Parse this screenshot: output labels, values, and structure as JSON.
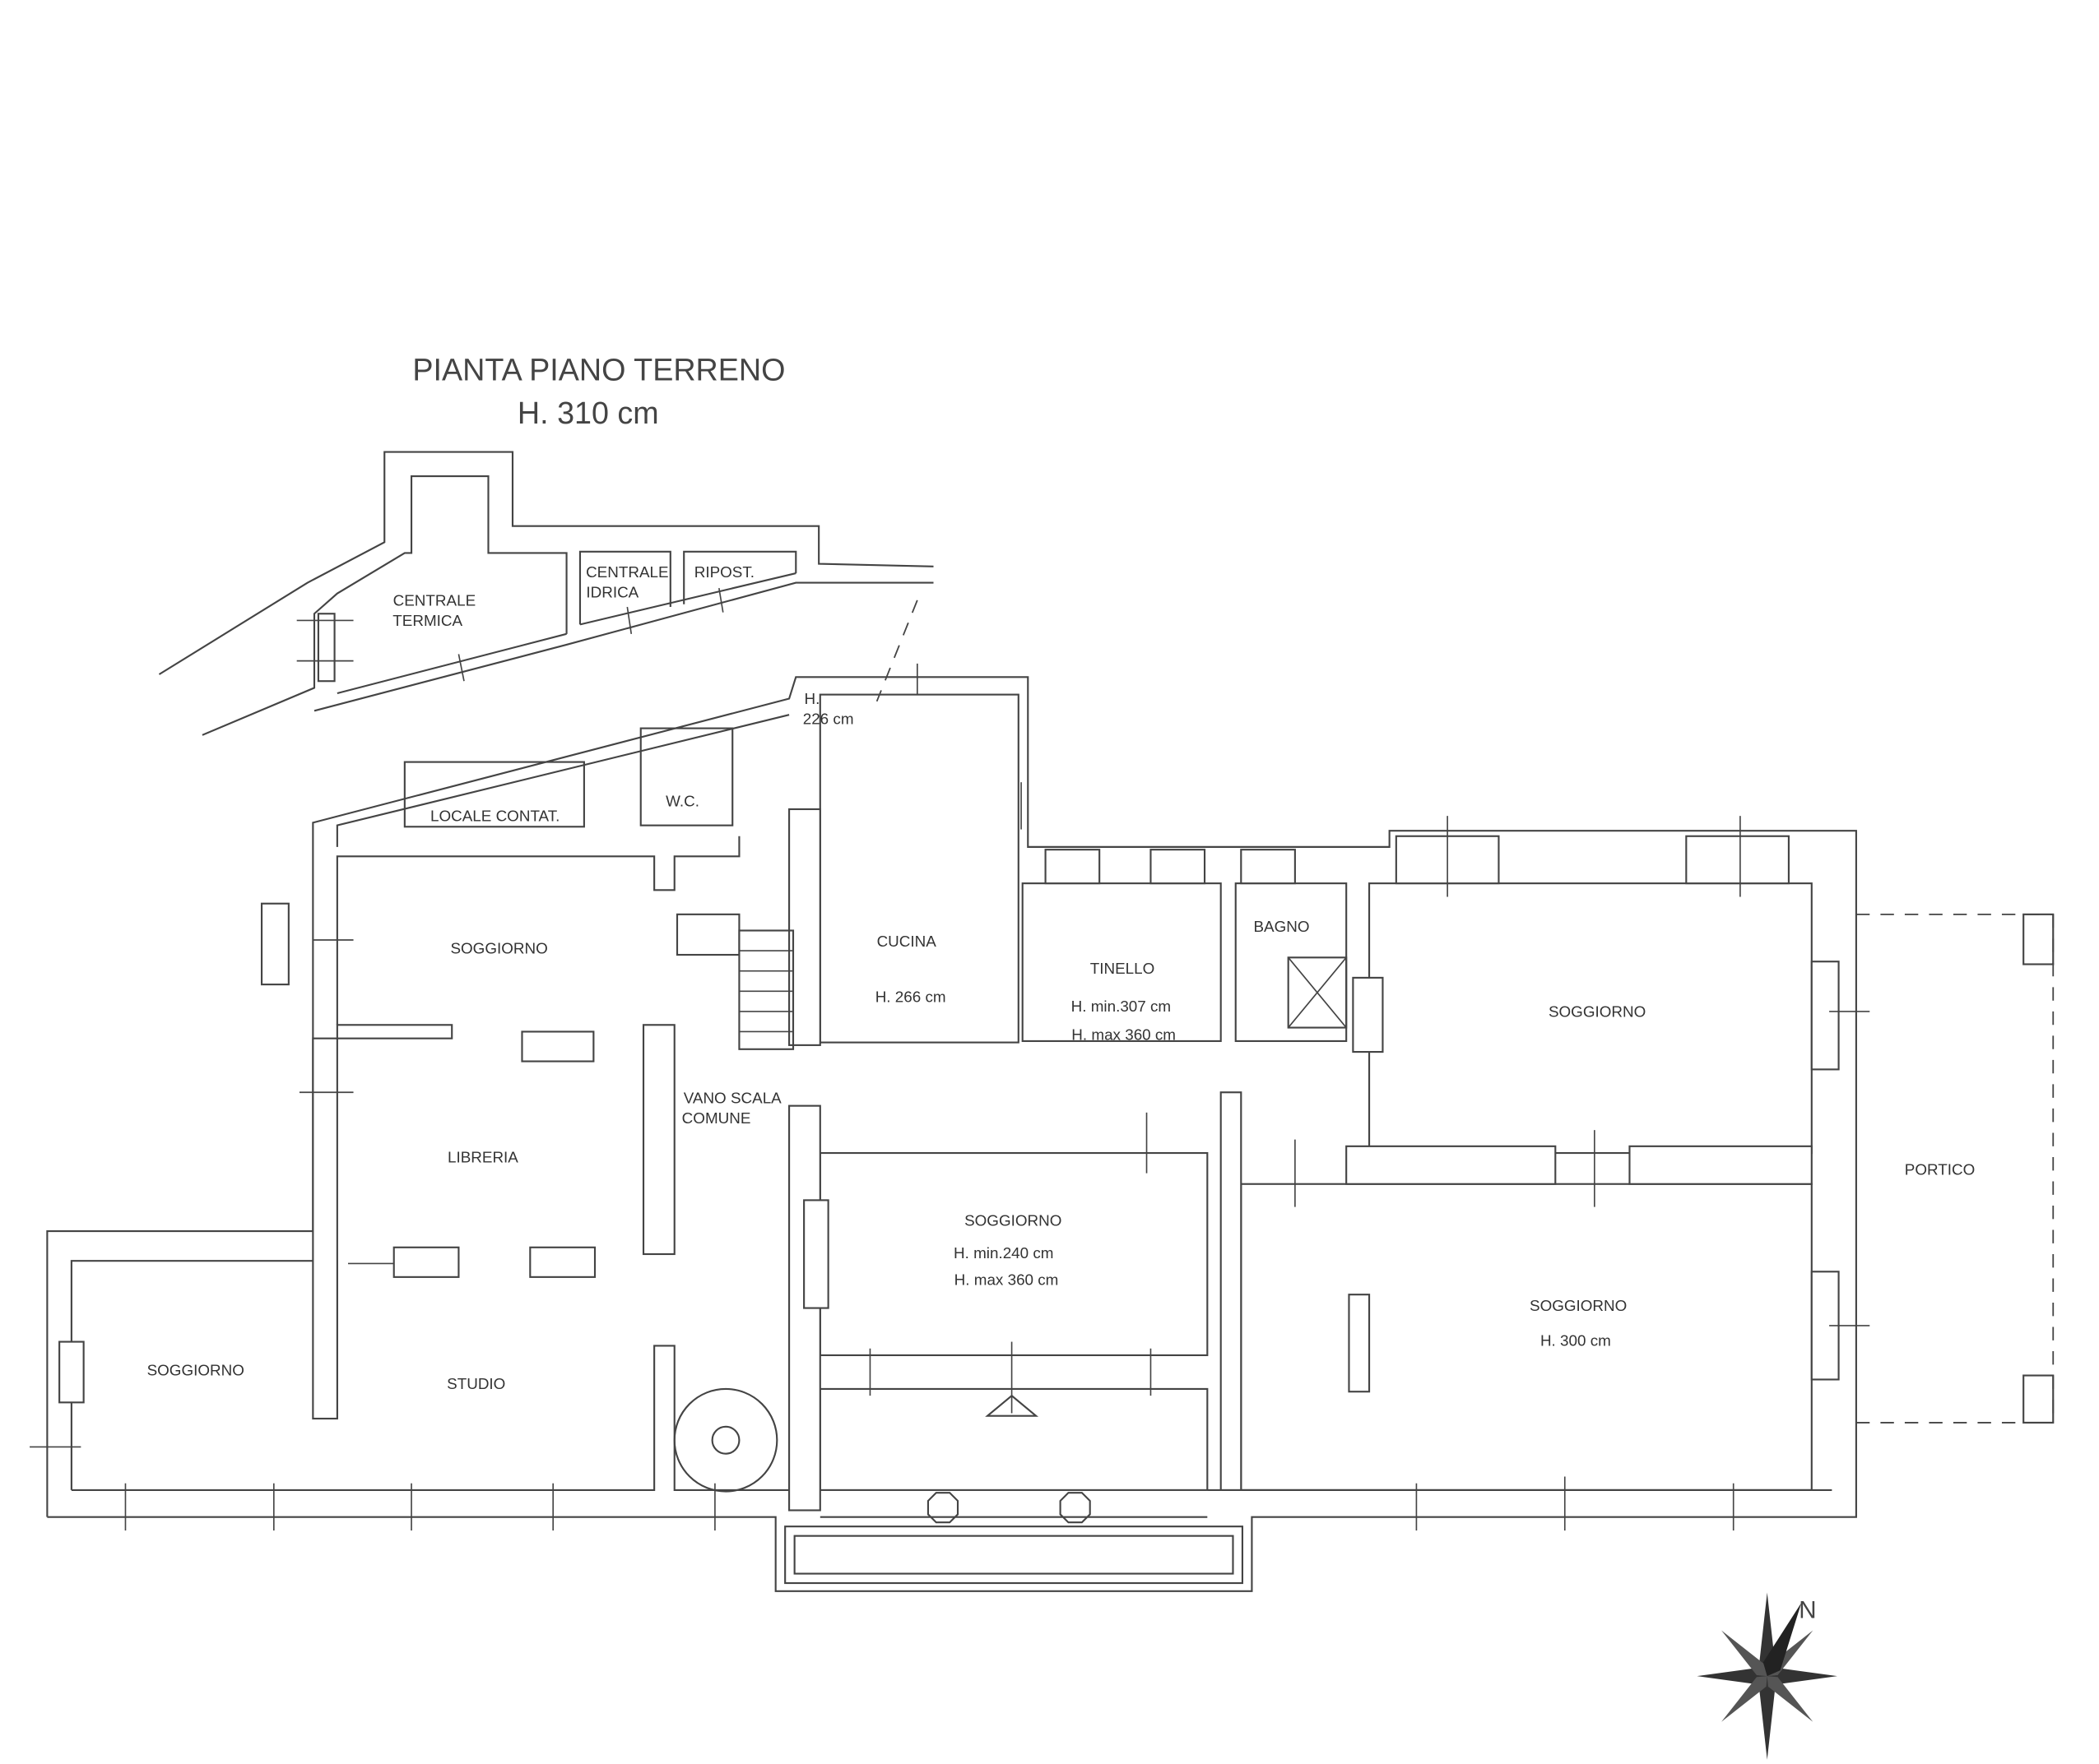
{
  "plan": {
    "title": "PIANTA PIANO TERRENO",
    "height": "H. 310 cm",
    "north": "N"
  },
  "rooms": {
    "centrale_termica": [
      "CENTRALE",
      "TERMICA"
    ],
    "centrale_idrica": [
      "CENTRALE",
      "IDRICA"
    ],
    "ripost": "RIPOST.",
    "locale_contat": "LOCALE CONTAT.",
    "wc": "W.C.",
    "scala_height": [
      "H.",
      "226 cm"
    ],
    "cucina": {
      "name": "CUCINA",
      "h": "H. 266 cm"
    },
    "tinello": {
      "name": "TINELLO",
      "hmin": "H. min.307 cm",
      "hmax": "H. max 360 cm"
    },
    "bagno": "BAGNO",
    "soggiorno_ne": "SOGGIORNO",
    "soggiorno_nw": "SOGGIORNO",
    "libreria": "LIBRERIA",
    "vano_scala": [
      "VANO SCALA",
      "COMUNE"
    ],
    "soggiorno_c": {
      "name": "SOGGIORNO",
      "hmin": "H. min.240 cm",
      "hmax": "H. max 360 cm"
    },
    "soggiorno_se": {
      "name": "SOGGIORNO",
      "h": "H. 300 cm"
    },
    "portico": "PORTICO",
    "soggiorno_w": "SOGGIORNO",
    "studio": "STUDIO"
  }
}
